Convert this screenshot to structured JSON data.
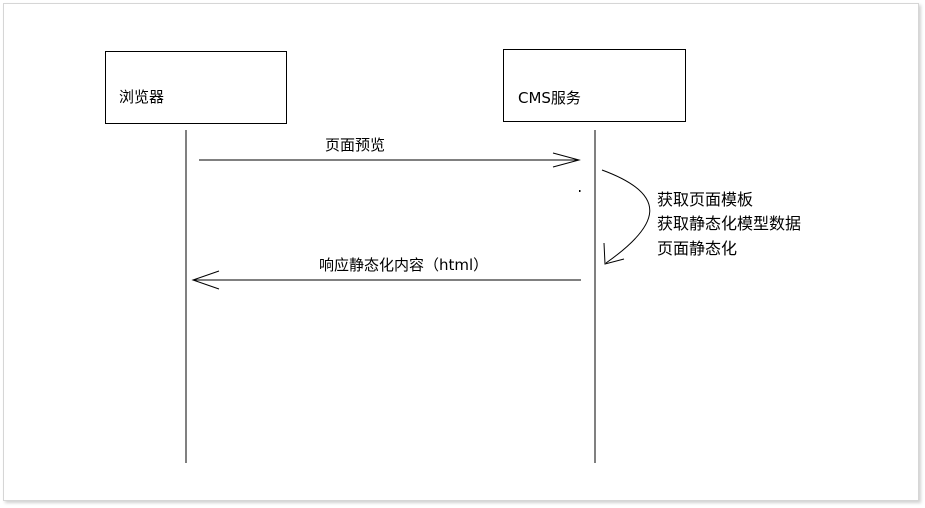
{
  "participants": [
    {
      "label": "浏览器"
    },
    {
      "label": "CMS服务"
    }
  ],
  "messages": [
    {
      "label": "页面预览",
      "direction": "request"
    },
    {
      "label": "响应静态化内容（html）",
      "direction": "response"
    }
  ],
  "self_process_notes": [
    "获取页面模板",
    "获取静态化模型数据",
    "页面静态化"
  ]
}
